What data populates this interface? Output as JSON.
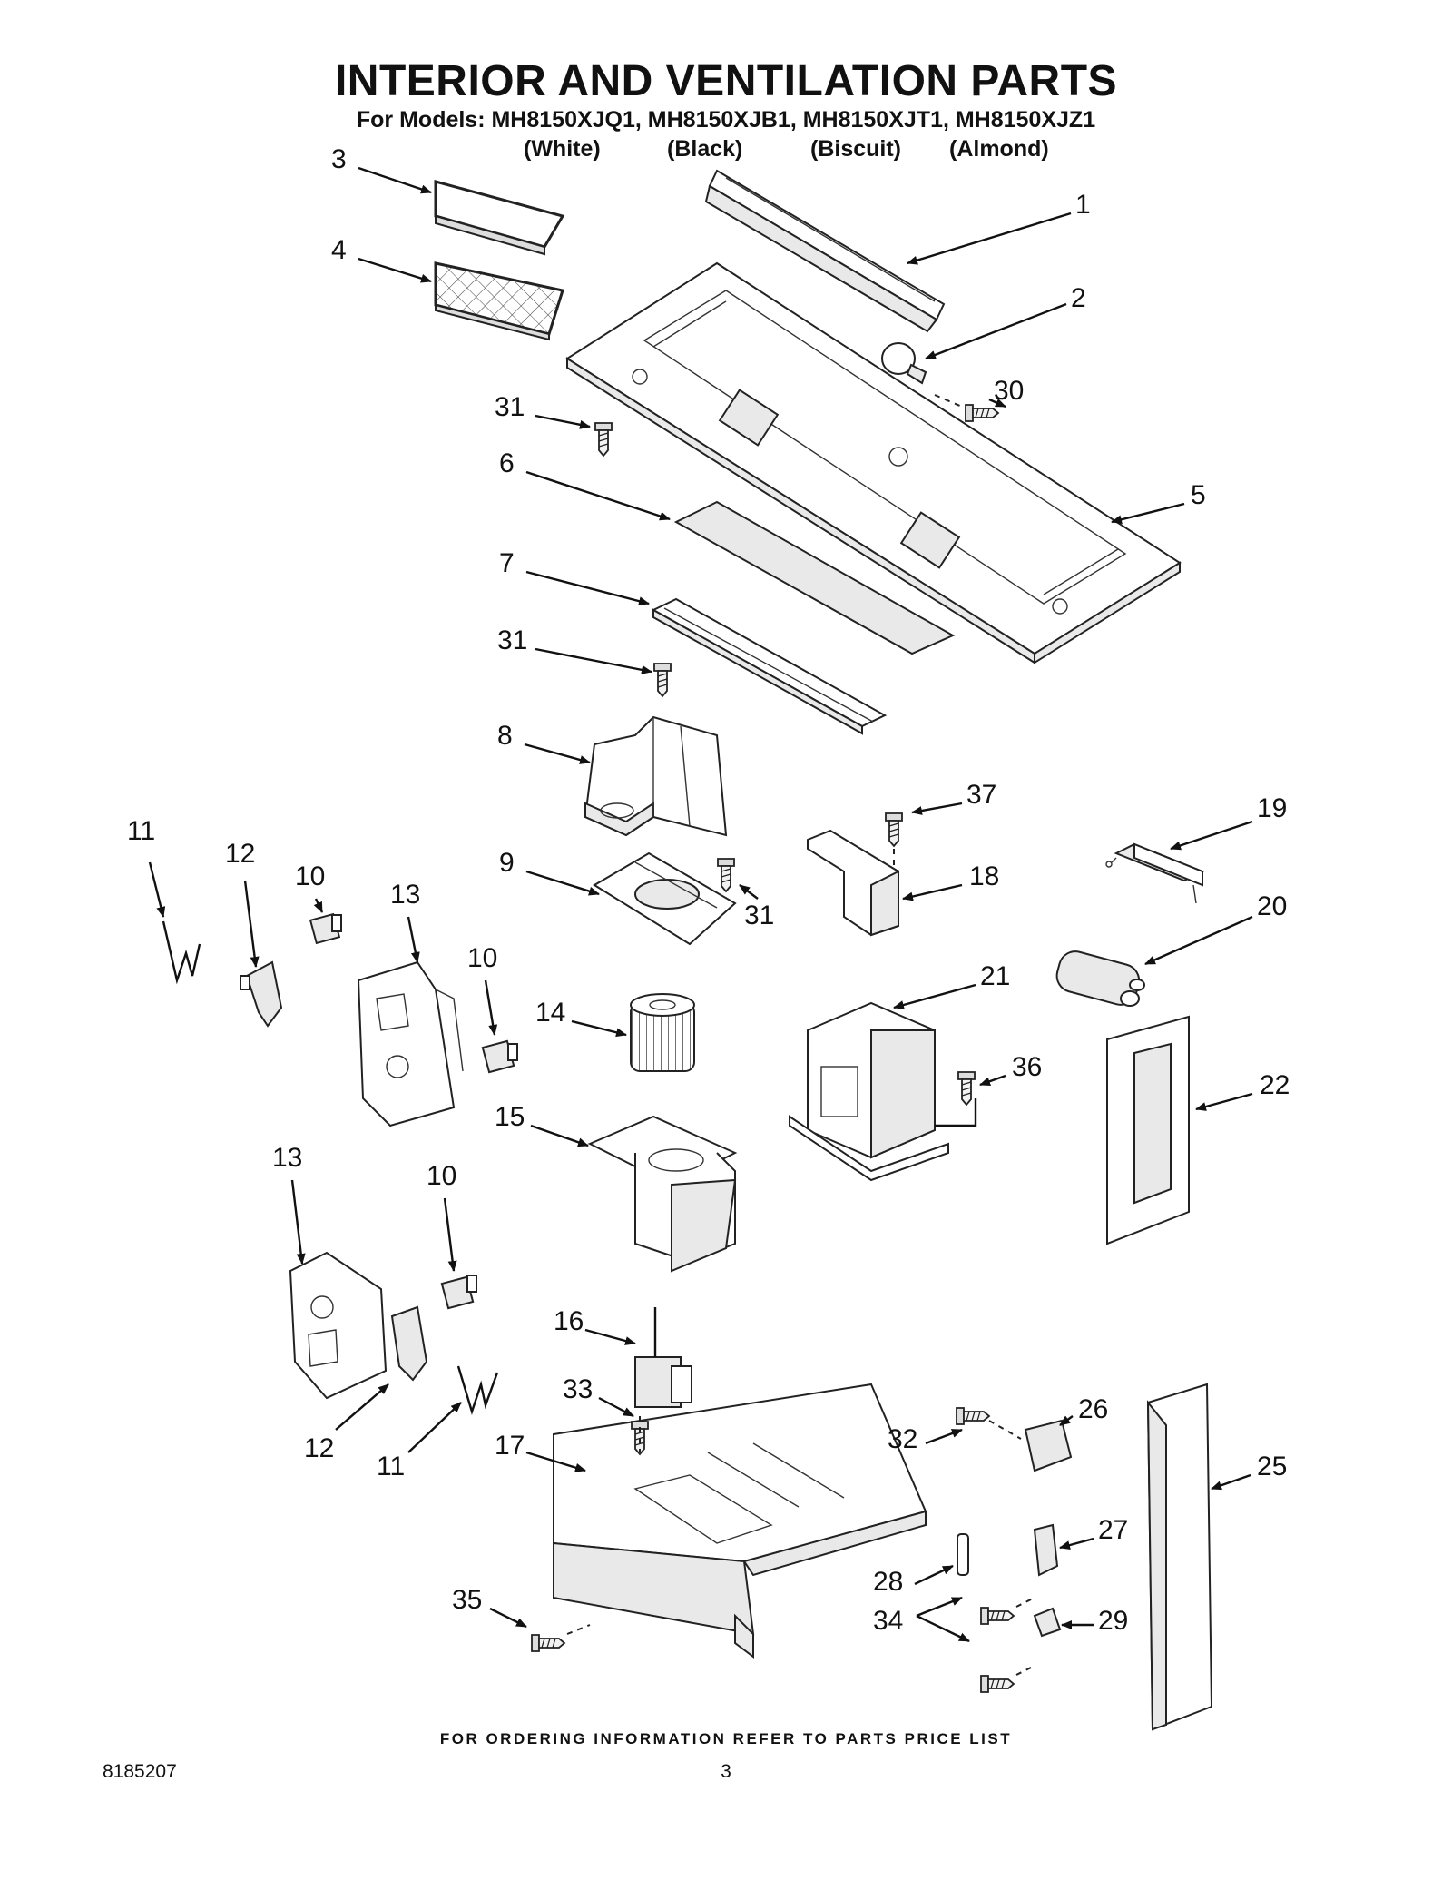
{
  "header": {
    "title": "INTERIOR AND VENTILATION PARTS",
    "models_line": "For Models: MH8150XJQ1, MH8150XJB1, MH8150XJT1, MH8150XJZ1",
    "colors": [
      "(White)",
      "(Black)",
      "(Biscuit)",
      "(Almond)"
    ]
  },
  "footer": {
    "note": "FOR ORDERING INFORMATION REFER TO PARTS PRICE LIST",
    "doc_number": "8185207",
    "page_number": "3"
  },
  "callouts": [
    {
      "id": "c1",
      "label": "1"
    },
    {
      "id": "c2",
      "label": "2"
    },
    {
      "id": "c3",
      "label": "3"
    },
    {
      "id": "c4",
      "label": "4"
    },
    {
      "id": "c5",
      "label": "5"
    },
    {
      "id": "c6",
      "label": "6"
    },
    {
      "id": "c7",
      "label": "7"
    },
    {
      "id": "c8",
      "label": "8"
    },
    {
      "id": "c9",
      "label": "9"
    },
    {
      "id": "c10a",
      "label": "10"
    },
    {
      "id": "c10b",
      "label": "10"
    },
    {
      "id": "c10c",
      "label": "10"
    },
    {
      "id": "c11a",
      "label": "11"
    },
    {
      "id": "c11b",
      "label": "11"
    },
    {
      "id": "c12a",
      "label": "12"
    },
    {
      "id": "c12b",
      "label": "12"
    },
    {
      "id": "c13a",
      "label": "13"
    },
    {
      "id": "c13b",
      "label": "13"
    },
    {
      "id": "c14",
      "label": "14"
    },
    {
      "id": "c15",
      "label": "15"
    },
    {
      "id": "c16",
      "label": "16"
    },
    {
      "id": "c17",
      "label": "17"
    },
    {
      "id": "c18",
      "label": "18"
    },
    {
      "id": "c19",
      "label": "19"
    },
    {
      "id": "c20",
      "label": "20"
    },
    {
      "id": "c21",
      "label": "21"
    },
    {
      "id": "c22",
      "label": "22"
    },
    {
      "id": "c25",
      "label": "25"
    },
    {
      "id": "c26",
      "label": "26"
    },
    {
      "id": "c27",
      "label": "27"
    },
    {
      "id": "c28",
      "label": "28"
    },
    {
      "id": "c29",
      "label": "29"
    },
    {
      "id": "c30",
      "label": "30"
    },
    {
      "id": "c31a",
      "label": "31"
    },
    {
      "id": "c31b",
      "label": "31"
    },
    {
      "id": "c31c",
      "label": "31"
    },
    {
      "id": "c32",
      "label": "32"
    },
    {
      "id": "c33",
      "label": "33"
    },
    {
      "id": "c34",
      "label": "34"
    },
    {
      "id": "c35",
      "label": "35"
    },
    {
      "id": "c36",
      "label": "36"
    },
    {
      "id": "c37",
      "label": "37"
    }
  ]
}
